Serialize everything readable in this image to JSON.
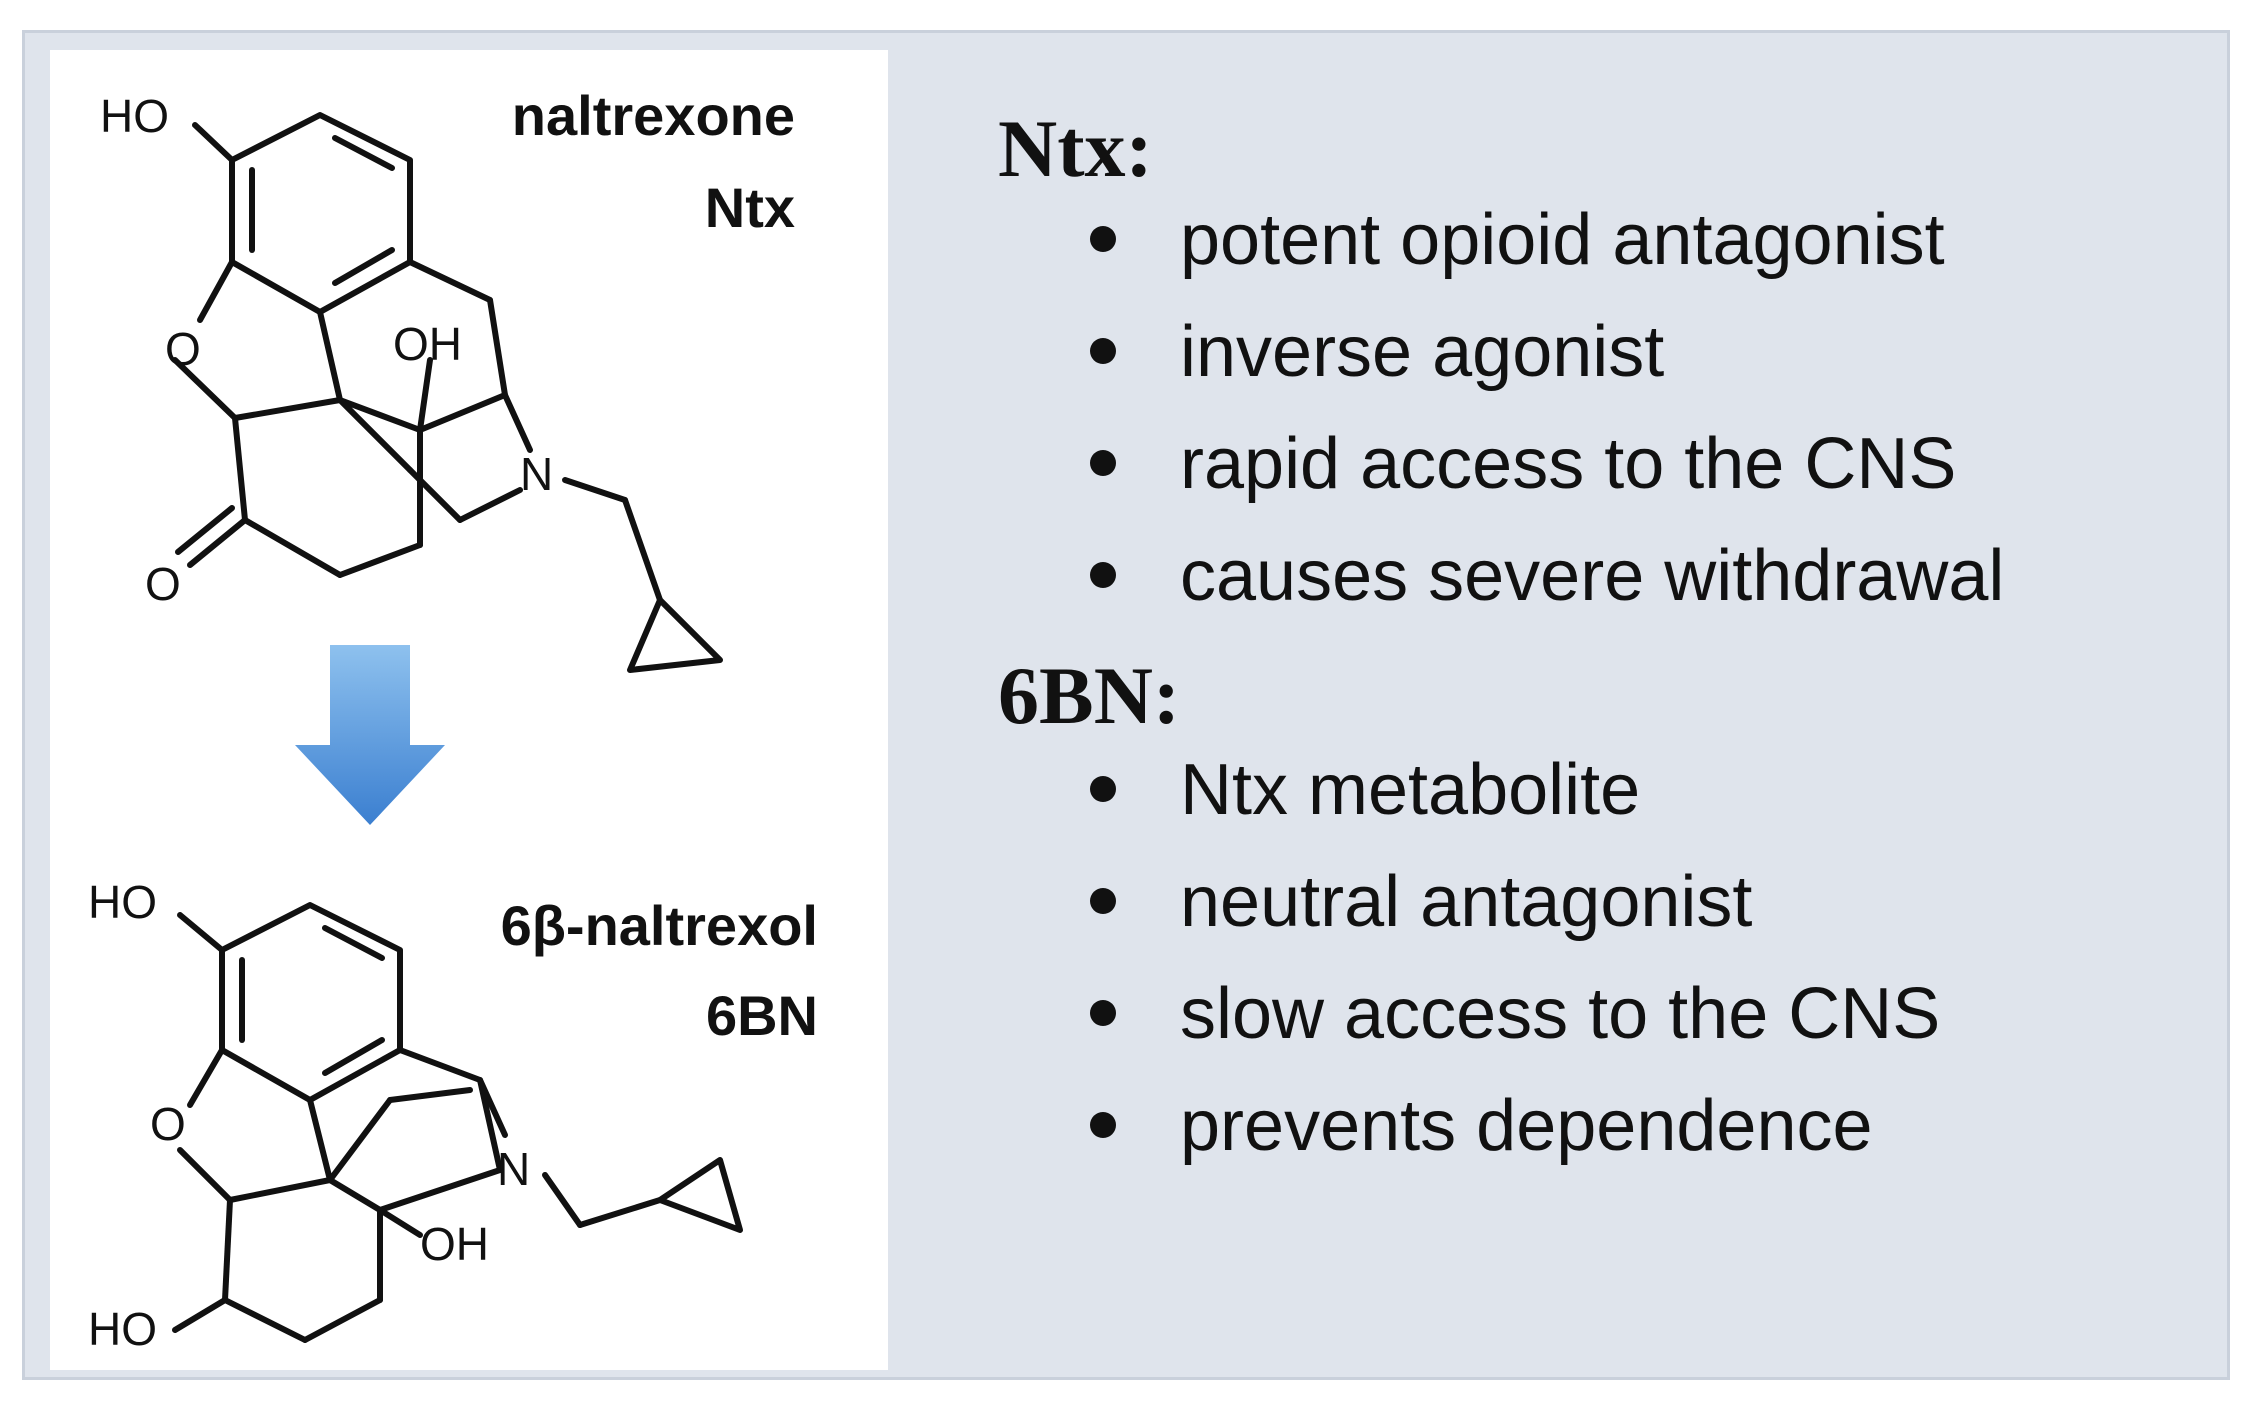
{
  "structures": {
    "top": {
      "name": "naltrexone",
      "abbrev": "Ntx"
    },
    "bottom": {
      "name": "6β-naltrexol",
      "abbrev": "6BN"
    },
    "atoms": {
      "hydroxyl": "HO",
      "hydroxyl_right": "OH",
      "oxygen": "O",
      "nitrogen": "N"
    }
  },
  "ntx": {
    "title": "Ntx:",
    "bullets": [
      "potent opioid antagonist",
      "inverse agonist",
      "rapid access to the CNS",
      "causes severe withdrawal"
    ]
  },
  "bn6": {
    "title": "6BN:",
    "bullets": [
      "Ntx metabolite",
      "neutral antagonist",
      "slow access to the CNS",
      "prevents dependence"
    ]
  },
  "colors": {
    "arrow_top": "#8ec1ee",
    "arrow_bottom": "#3b7fd0",
    "panel": "#dfe4ec"
  },
  "icons": {
    "arrow": "down-arrow-icon"
  }
}
